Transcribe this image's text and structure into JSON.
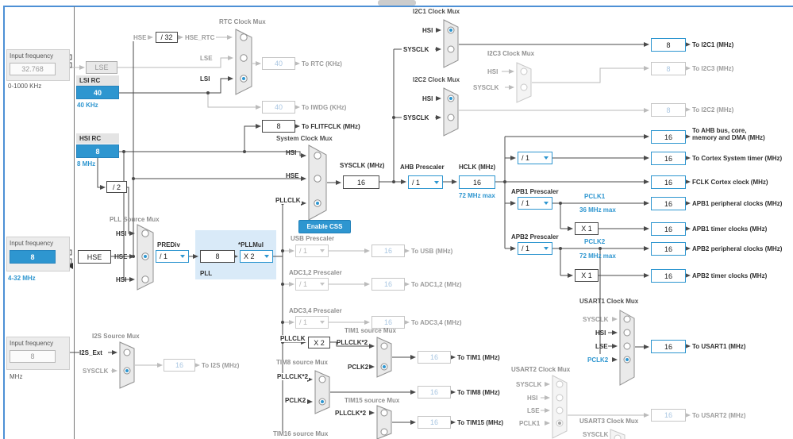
{
  "left": {
    "lse": {
      "label": "Input frequency",
      "value": "32.768",
      "range": "0-1000 KHz",
      "osc": "LSE"
    },
    "lsi": {
      "name": "LSI RC",
      "value": "40",
      "freq": "40 KHz"
    },
    "hsi": {
      "name": "HSI RC",
      "value": "8",
      "freq": "8 MHz"
    },
    "hsi_div": "/ 2",
    "hse": {
      "label": "Input frequency",
      "value": "8",
      "range": "4-32 MHz",
      "osc": "HSE"
    },
    "i2s": {
      "label": "Input frequency",
      "value": "8",
      "range": "MHz"
    }
  },
  "rtc": {
    "title": "RTC Clock Mux",
    "in_hse": "HSE",
    "div": "/ 32",
    "hse_rtc": "HSE_RTC",
    "in_lse": "LSE",
    "in_lsi": "LSI",
    "value": "40",
    "out": "To RTC (KHz)"
  },
  "iwdg": {
    "value": "40",
    "out": "To IWDG (KHz)"
  },
  "flitf": {
    "value": "8",
    "out": "To FLITFCLK (MHz)"
  },
  "pllmux": {
    "title": "PLL Source Mux",
    "in1": "HSI",
    "in2": "HSE",
    "in3": "HSI"
  },
  "pll": {
    "prediv_label": "PREDiv",
    "prediv": "/ 1",
    "value": "8",
    "mul_label": "*PLLMul",
    "mul": "X 2",
    "name": "PLL"
  },
  "sysmux": {
    "title": "System Clock Mux",
    "in1": "HSI",
    "in2": "HSE",
    "in3": "PLLCLK",
    "out_label": "SYSCLK (MHz)",
    "value": "16"
  },
  "css_button": "Enable CSS",
  "ahb": {
    "label": "AHB Prescaler",
    "value": "/ 1"
  },
  "hclk": {
    "label": "HCLK (MHz)",
    "value": "16",
    "max": "72 MHz max"
  },
  "cortex_div": "/ 1",
  "apb1": {
    "label": "APB1 Prescaler",
    "value": "/ 1",
    "pclk": "PCLK1",
    "max": "36 MHz max",
    "mul": "X 1"
  },
  "apb2": {
    "label": "APB2 Prescaler",
    "value": "/ 1",
    "pclk": "PCLK2",
    "max": "72 MHz max",
    "mul": "X 1"
  },
  "out": {
    "ahb_bus": {
      "value": "16",
      "l1": "To AHB bus, core,",
      "l2": "memory and DMA (MHz)"
    },
    "cortex": {
      "value": "16",
      "label": "To Cortex System timer (MHz)"
    },
    "fclk": {
      "value": "16",
      "label": "FCLK Cortex clock (MHz)"
    },
    "apb1p": {
      "value": "16",
      "label": "APB1 peripheral clocks (MHz)"
    },
    "apb1t": {
      "value": "16",
      "label": "APB1 timer clocks (MHz)"
    },
    "apb2p": {
      "value": "16",
      "label": "APB2 peripheral clocks (MHz)"
    },
    "apb2t": {
      "value": "16",
      "label": "APB2 timer clocks (MHz)"
    }
  },
  "i2c1": {
    "title": "I2C1 Clock Mux",
    "in1": "HSI",
    "in2": "SYSCLK",
    "value": "8",
    "out": "To I2C1 (MHz)"
  },
  "i2c2": {
    "title": "I2C2 Clock Mux",
    "in1": "HSI",
    "in2": "SYSCLK",
    "value": "8",
    "out": "To I2C2 (MHz)"
  },
  "i2c3": {
    "title": "I2C3 Clock Mux",
    "in1": "HSI",
    "in2": "SYSCLK",
    "value": "8",
    "out": "To I2C3 (MHz)"
  },
  "usb": {
    "label": "USB Prescaler",
    "div": "/ 1",
    "value": "16",
    "out": "To USB (MHz)"
  },
  "adc12": {
    "label": "ADC1,2 Prescaler",
    "div": "/ 1",
    "value": "16",
    "out": "To ADC1,2 (MHz)"
  },
  "adc34": {
    "label": "ADC3,4 Prescaler",
    "div": "/ 1",
    "value": "16",
    "out": "To ADC3,4 (MHz)"
  },
  "tim1": {
    "title": "TIM1 source Mux",
    "src": "PLLCLK",
    "mul": "X 2",
    "in1": "PLLCLK*2",
    "in2": "PCLK2",
    "value": "16",
    "out": "To TIM1 (MHz)"
  },
  "tim8": {
    "title": "TIM8 source Mux",
    "in1": "PLLCLK*2",
    "in2": "PCLK2",
    "value": "16",
    "out": "To TIM8 (MHz)"
  },
  "tim15": {
    "title": "TIM15 source Mux",
    "in1": "PLLCLK*2",
    "value": "16",
    "out": "To TIM15 (MHz)"
  },
  "tim16": {
    "title": "TIM16 source Mux"
  },
  "i2s_mux": {
    "title": "I2S Source Mux",
    "in1": "I2S_Ext",
    "in2": "SYSCLK",
    "value": "16",
    "out": "To I2S (MHz)"
  },
  "usart1": {
    "title": "USART1 Clock Mux",
    "in1": "SYSCLK",
    "in2": "HSI",
    "in3": "LSE",
    "in4": "PCLK2",
    "value": "16",
    "out": "To USART1 (MHz)"
  },
  "usart2": {
    "title": "USART2 Clock Mux",
    "in1": "SYSCLK",
    "in2": "HSI",
    "in3": "LSE",
    "in4": "PCLK1",
    "value": "16",
    "out": "To USART2 (MHz)"
  },
  "usart3": {
    "title": "USART3 Clock Mux",
    "in1": "SYSCLK"
  },
  "colors": {
    "accent": "#2e96d0"
  }
}
